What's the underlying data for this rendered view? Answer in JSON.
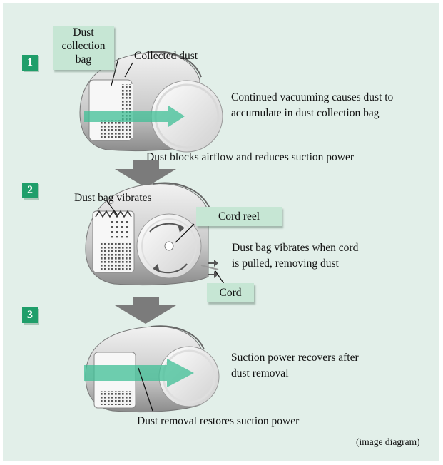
{
  "steps": [
    {
      "number": "1",
      "callout": [
        "Dust",
        "collection",
        "bag"
      ],
      "label": "Collected dust",
      "description": [
        "Continued vacuuming causes dust to",
        "accumulate in dust collection bag"
      ],
      "caption": "Dust blocks airflow and reduces suction power"
    },
    {
      "number": "2",
      "label": "Dust bag vibrates",
      "callout_reel": "Cord reel",
      "callout_cord": "Cord",
      "description": [
        "Dust bag vibrates when cord",
        "is pulled, removing dust"
      ]
    },
    {
      "number": "3",
      "description": [
        "Suction power recovers after",
        "dust removal"
      ],
      "caption": "Dust removal restores suction power"
    }
  ],
  "footnote": "(image diagram)",
  "colors": {
    "background": "#e2efe9",
    "badge": "#1f9e6a",
    "callout": "#c6e6d4",
    "airflow": "#3fbf95",
    "down_arrow": "#7b7b7b"
  }
}
